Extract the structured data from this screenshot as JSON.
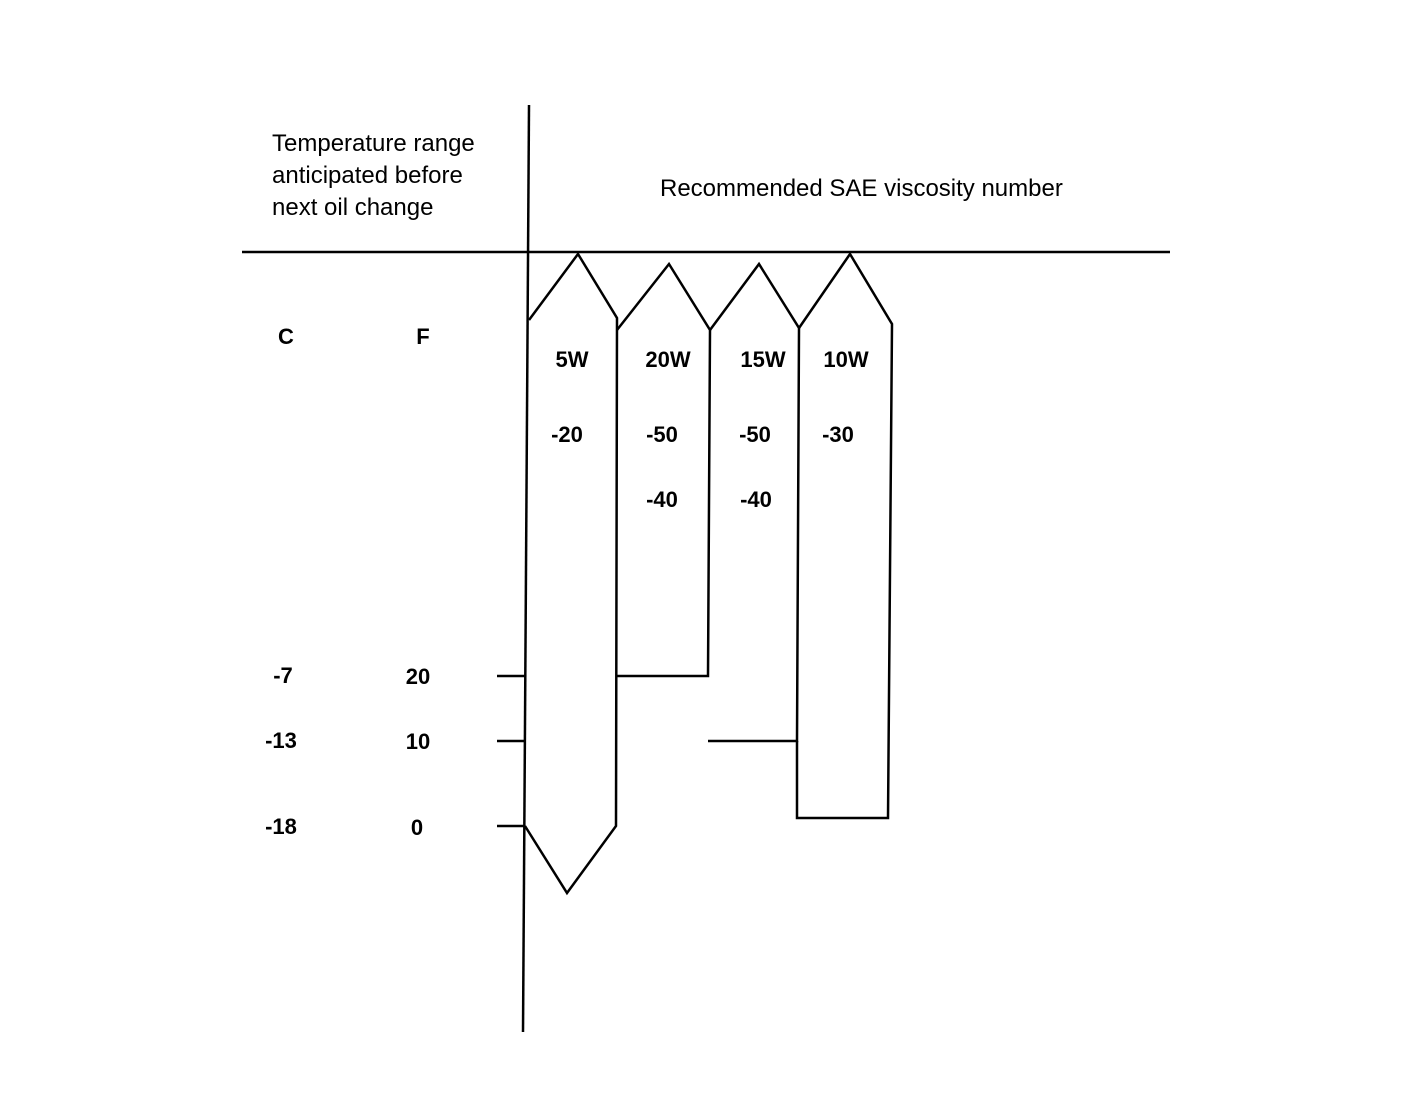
{
  "header": {
    "left_title": [
      "Temperature range",
      "anticipated before",
      "next oil change"
    ],
    "right_title": "Recommended SAE viscosity number"
  },
  "scale": {
    "celsius_label": "C",
    "fahrenheit_label": "F",
    "rows": [
      {
        "c": "-7",
        "f": "20"
      },
      {
        "c": "-13",
        "f": "10"
      },
      {
        "c": "-18",
        "f": "0"
      }
    ]
  },
  "grades": [
    {
      "top": "5W",
      "bottom": "-20"
    },
    {
      "top": "20W",
      "bottom": "-50",
      "alt": "-40"
    },
    {
      "top": "15W",
      "bottom": "-50",
      "alt": "-40"
    },
    {
      "top": "10W",
      "bottom": "-30"
    }
  ],
  "colors": {
    "ink": "#000000",
    "background": "#ffffff"
  }
}
